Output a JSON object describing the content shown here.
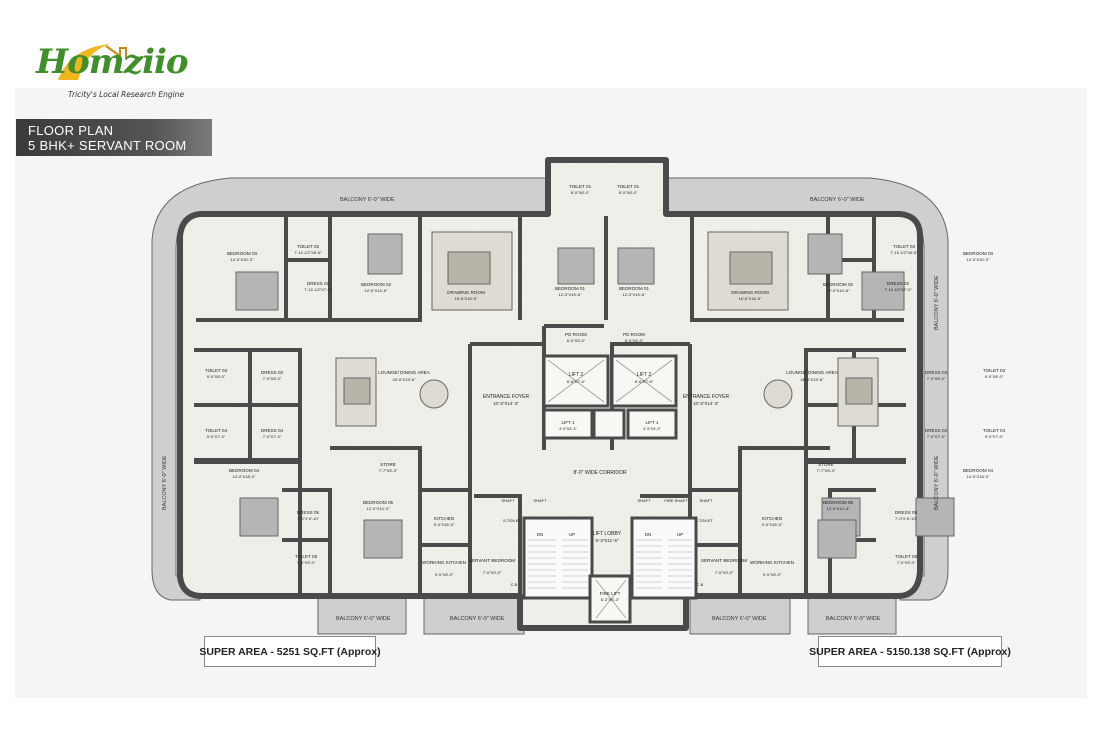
{
  "brand": {
    "name": "Homziio",
    "tagline": "Tricity's Local Research Engine"
  },
  "title": {
    "line1": "FLOOR PLAN",
    "line2": "5 BHK+ SERVANT ROOM"
  },
  "areas": {
    "left": "SUPER AREA - 5251 SQ.FT (Approx)",
    "right": "SUPER AREA - 5150.138 SQ.FT (Approx)"
  },
  "balconies": {
    "top": "BALCONY 6'-0\" WIDE",
    "side": "BALCONY 6'-0\" WIDE",
    "bottom": "BALCONY 6'-0\" WIDE"
  },
  "core": {
    "corridor": "8'-0\" WIDE CORRIDOR",
    "lift_lobby": "LIFT LOBBY",
    "lift_lobby_dim": "6'-3\"X11'-6\"",
    "fire_lift": "FIRE LIFT",
    "fire_lift_dim": "6'-3\"X6'-3\"",
    "lift2": "LIFT 2",
    "lift2_dim": "8'-6\"X7'-6\"",
    "lift1": "LIFT 1",
    "lift1_dim": "4'-9\"X4'-3\"",
    "entrance_foyer": "ENTRANCE FOYER",
    "entrance_foyer_dim": "10'-3\"X14'-3\"",
    "shaft": "SHAFT",
    "fire_shaft": "FIRE SHAFT",
    "on": "DN",
    "up": "UP"
  },
  "units": {
    "left": {
      "bedroom3": "BEDROOM 03",
      "bedroom3_dim": "14'-0\"X20'-3\"",
      "toilet2": "TOILET 02",
      "toilet2_dim": "7'-10 1/2\"X8'-6\"",
      "dress2": "DRESS 02",
      "dress2_dim": "7'-10 1/2\"X7'-0\"",
      "bedroom2": "BEDROOM 02",
      "bedroom2_dim": "12'-0\"X14'-6\"",
      "drawing": "DRAWING ROOM",
      "drawing_dim": "16'-6\"X16'-9\"",
      "bedroom1": "BEDROOM 01",
      "bedroom1_dim": "12'-0\"X15'-6\"",
      "toilet1": "TOILET 01",
      "toilet1_dim": "6'-0\"X8'-0\"",
      "pooja": "PD ROOM",
      "pooja_dim": "6'-0\"X5'-0\"",
      "lounge": "LOUNGE/ DINING AREA",
      "lounge_dim": "26'-6\"X19'-6\"",
      "toilet3": "TOILET 03",
      "toilet3_dim": "9'-0\"X8'-0\"",
      "dress3": "DRESS 03",
      "dress3_dim": "7'-0\"X8'-0\"",
      "toilet4": "TOILET 04",
      "toilet4_dim": "9'-0\"X7'-0\"",
      "dress4": "DRESS 04",
      "dress4_dim": "7'-0\"X7'-0\"",
      "bedroom4": "BEDROOM 04",
      "bedroom4_dim": "14'-0\"X18'-0\"",
      "store": "STORE",
      "store_dim": "7'-7\"X5'-3\"",
      "dress5": "DRESS 05",
      "dress5_dim": "7'-0\"X 6'-10\"",
      "toilet5": "TOILET 05",
      "toilet5_dim": "7'-0\"X9'-0\"",
      "bedroom5": "BEDROOM 05",
      "bedroom5_dim": "12'-0\"X14'-3\"",
      "kitchen": "KITCHEN",
      "kitchen_dim": "9'-0\"X16'-0\"",
      "working": "WORKING KITCHEN",
      "working_dim": "9'-0\"X8'-0\"",
      "servant": "SERVANT BEDROOM",
      "servant_dim": "7'-0\"X9'-0\"",
      "servant_toilet": "S.TOILET",
      "cb": "C.B"
    },
    "right": {
      "bedroom3": "BEDROOM 03",
      "bedroom3_dim": "14'-0\"X20'-3\"",
      "toilet2": "TOILET 02",
      "toilet2_dim": "7'-10 1/2\"X8'-6\"",
      "dress2": "DRESS 02",
      "dress2_dim": "7'-10 1/2\"X7'-0\"",
      "bedroom2": "BEDROOM 02",
      "bedroom2_dim": "12'-0\"X14'-6\"",
      "drawing": "DRAWING ROOM",
      "drawing_dim": "16'-6\"X16'-9\"",
      "bedroom1": "BEDROOM 01",
      "bedroom1_dim": "12'-0\"X15'-6\"",
      "toilet1": "TOILET 01",
      "toilet1_dim": "6'-0\"X8'-0\"",
      "pooja": "PD ROOM",
      "pooja_dim": "6'-0\"X5'-0\"",
      "lounge": "LOUNGE/ DINING AREA",
      "lounge_dim": "26'-6\"X19'-6\"",
      "toilet3": "TOILET 03",
      "toilet3_dim": "9'-0\"X8'-0\"",
      "dress3": "DRESS 03",
      "dress3_dim": "7'-0\"X8'-0\"",
      "toilet4": "TOILET 04",
      "toilet4_dim": "9'-0\"X7'-0\"",
      "dress4": "DRESS 04",
      "dress4_dim": "7'-0\"X7'-0\"",
      "bedroom4": "BEDROOM 04",
      "bedroom4_dim": "14'-0\"X18'-0\"",
      "store": "STORE",
      "store_dim": "7'-7\"X5'-3\"",
      "dress5": "DRESS 05",
      "dress5_dim": "7'-0\"X 6'-10\"",
      "toilet5": "TOILET 05",
      "toilet5_dim": "7'-0\"X9'-0\"",
      "bedroom5": "BEDROOM 05",
      "bedroom5_dim": "12'-0\"X14'-3\"",
      "kitchen": "KITCHEN",
      "kitchen_dim": "9'-0\"X16'-0\"",
      "working": "WORKING KITCHEN",
      "working_dim": "9'-0\"X8'-0\"",
      "servant": "SERVANT BEDROOM",
      "servant_dim": "7'-0\"X9'-0\"",
      "servant_toilet": "S.TOILET",
      "cb": "C.B"
    }
  },
  "colors": {
    "wall": "#4a4a4a",
    "floor": "#efeee8",
    "balcony": "#cfcfcf",
    "bed": "#9a9a9a",
    "accent": "#3f8f2a"
  }
}
